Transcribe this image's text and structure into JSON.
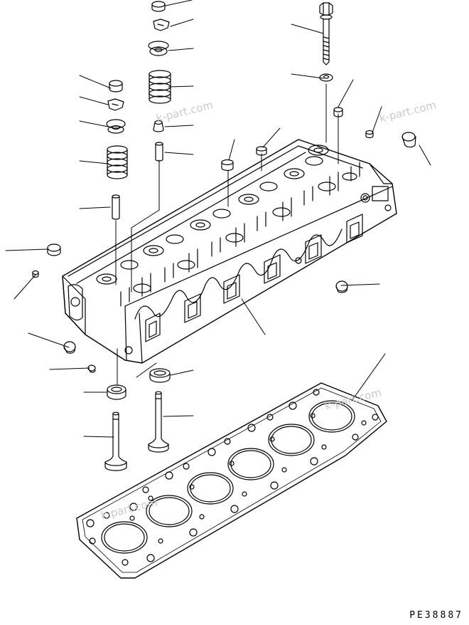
{
  "figure": {
    "drawing_code": "PE38887",
    "watermarks": [
      "k-part.com",
      "k-part.com",
      "k-part.com",
      "k-part.com"
    ]
  },
  "parts": [
    {
      "id": "valve-cap-top",
      "kind": "part"
    },
    {
      "id": "valve-collet-top",
      "kind": "part"
    },
    {
      "id": "spring-retainer-top",
      "kind": "part"
    },
    {
      "id": "valve-spring-top",
      "kind": "part"
    },
    {
      "id": "valve-seal-top",
      "kind": "part"
    },
    {
      "id": "valve-guide-top",
      "kind": "part"
    },
    {
      "id": "valve-cap-left",
      "kind": "part"
    },
    {
      "id": "valve-collet-left",
      "kind": "part"
    },
    {
      "id": "spring-retainer-left",
      "kind": "part"
    },
    {
      "id": "valve-spring-left",
      "kind": "part"
    },
    {
      "id": "valve-guide-left",
      "kind": "part"
    },
    {
      "id": "head-bolt",
      "kind": "part"
    },
    {
      "id": "bolt-washer",
      "kind": "part"
    },
    {
      "id": "dowel-pin",
      "kind": "part"
    },
    {
      "id": "small-plug",
      "kind": "part"
    },
    {
      "id": "expansion-plug-right",
      "kind": "part"
    },
    {
      "id": "nozzle-sleeve",
      "kind": "part"
    },
    {
      "id": "nozzle-seat",
      "kind": "part"
    },
    {
      "id": "expansion-plug-left",
      "kind": "part"
    },
    {
      "id": "pipe-plug",
      "kind": "part"
    },
    {
      "id": "cylinder-head",
      "kind": "assembly"
    },
    {
      "id": "side-plug",
      "kind": "part"
    },
    {
      "id": "seat-insert",
      "kind": "part"
    },
    {
      "id": "small-plug-lower",
      "kind": "part"
    },
    {
      "id": "valve-seat-insert-left",
      "kind": "part"
    },
    {
      "id": "valve-seat-insert-right",
      "kind": "part"
    },
    {
      "id": "exhaust-valve",
      "kind": "part"
    },
    {
      "id": "intake-valve",
      "kind": "part"
    },
    {
      "id": "head-gasket",
      "kind": "part"
    }
  ]
}
